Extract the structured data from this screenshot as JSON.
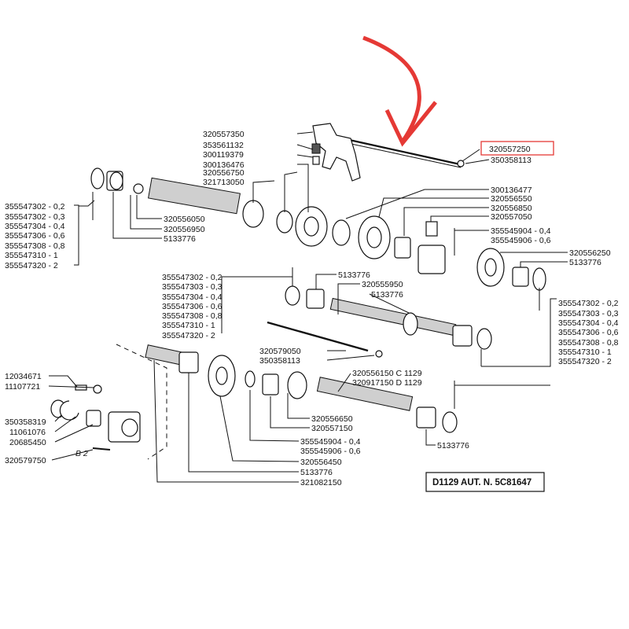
{
  "highlight_color": "#e53935",
  "highlighted_part": "320557250",
  "title_box": "D1129  AUT. N. 5C81647",
  "shift_group": [
    "320557350",
    "353561132",
    "300119379",
    "300136476",
    "320556750",
    "321713050"
  ],
  "shim_group_left": [
    "355547302 - 0,2",
    "355547302 - 0,3",
    "355547304 - 0,4",
    "355547306 - 0,6",
    "355547308 - 0,8",
    "355547310 - 1",
    "355547320 - 2"
  ],
  "upper_shaft_labels": [
    "320556050",
    "320556950",
    "5133776"
  ],
  "upper_right_group": [
    "300136477",
    "320556550",
    "320556850",
    "320557050"
  ],
  "shim_pair_upper": [
    "355545904 - 0,4",
    "355545906 - 0,6"
  ],
  "right_pair": [
    "320556250",
    "5133776"
  ],
  "shaft_rod": [
    "320557250",
    "350358113"
  ],
  "shim_group_middle": [
    "355547302 - 0,2",
    "355547303 - 0,3",
    "355547304 - 0,4",
    "355547306 - 0,6",
    "355547308 - 0,8",
    "355547310 - 1",
    "355547320 - 2"
  ],
  "middle_labels": [
    "5133776",
    "320555950",
    "5133776"
  ],
  "shim_group_right": [
    "355547302 - 0,2",
    "355547303 - 0,3",
    "355547304 - 0,4",
    "355547306 - 0,6",
    "355547308 - 0,8",
    "355547310 - 1",
    "355547320 - 2"
  ],
  "rod_labels": [
    "320579050",
    "350358113"
  ],
  "output_shaft": [
    "320556150 C 1129",
    "320917150 D 1129"
  ],
  "left_lower_group": [
    "12034671",
    "11107721",
    "350358319",
    "11061076",
    "20685450",
    "320579750"
  ],
  "b2_label": "B 2",
  "lower_center": [
    "320556650",
    "320557150"
  ],
  "shim_pair_lower": [
    "355545904 - 0,4",
    "355545906 - 0,6"
  ],
  "bottom_labels": [
    "320556450",
    "5133776",
    "321082150"
  ],
  "bottom_right": "5133776"
}
